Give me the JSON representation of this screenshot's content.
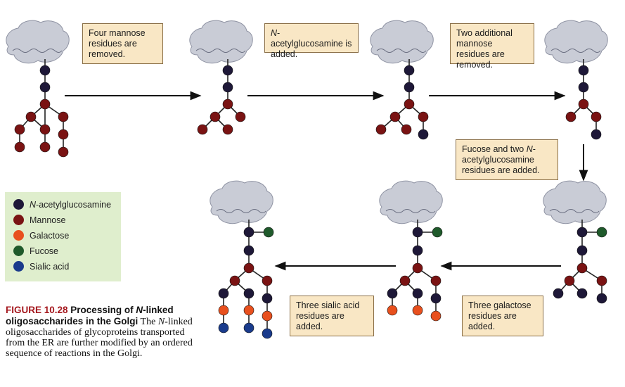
{
  "steps": [
    {
      "pre": "",
      "italic": "",
      "post": "Four mannose residues are removed."
    },
    {
      "pre": "",
      "italic": "N",
      "post": "-acetylglucosamine is added."
    },
    {
      "pre": "",
      "italic": "",
      "post": "Two additional mannose residues are removed."
    },
    {
      "pre": "Fucose and two ",
      "italic": "N",
      "post": "-acetylglucosamine residues are added."
    },
    {
      "pre": "",
      "italic": "",
      "post": "Three galactose residues are added."
    },
    {
      "pre": "",
      "italic": "",
      "post": "Three sialic acid residues are added."
    }
  ],
  "legend": [
    {
      "italic": "N",
      "label": "-acetylglucosamine",
      "color": "#1e1838"
    },
    {
      "italic": "",
      "label": "Mannose",
      "color": "#7a1313"
    },
    {
      "italic": "",
      "label": "Galactose",
      "color": "#e8501e"
    },
    {
      "italic": "",
      "label": "Fucose",
      "color": "#1f5a2b"
    },
    {
      "italic": "",
      "label": "Sialic acid",
      "color": "#1a3b8c"
    }
  ],
  "caption": {
    "figure": "FIGURE 10.28",
    "title_pre": " Processing of ",
    "title_italic": "N",
    "title_post": "-linked oligosaccharides in the Golgi",
    "body_pre": "   The ",
    "body_italic": "N",
    "body_post": "-linked oligosaccharides of glycoproteins transported from the ER are further modified by an ordered sequence of reactions in the Golgi."
  },
  "colors": {
    "glcnac": "#1e1838",
    "mannose": "#7a1313",
    "galactose": "#e8501e",
    "fucose": "#1f5a2b",
    "sialic": "#1a3b8c",
    "protein": "#c9ccd6"
  }
}
